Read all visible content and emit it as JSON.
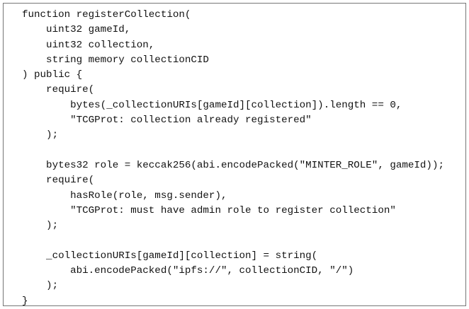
{
  "listing": {
    "colors": {
      "text": "#121212",
      "frame_border": "#767676",
      "background": "#ffffff"
    },
    "lines": [
      "function registerCollection(",
      "    uint32 gameId,",
      "    uint32 collection,",
      "    string memory collectionCID",
      ") public {",
      "    require(",
      "        bytes(_collectionURIs[gameId][collection]).length == 0,",
      "        \"TCGProt: collection already registered\"",
      "    );",
      "",
      "    bytes32 role = keccak256(abi.encodePacked(\"MINTER_ROLE\", gameId));",
      "    require(",
      "        hasRole(role, msg.sender),",
      "        \"TCGProt: must have admin role to register collection\"",
      "    );",
      "",
      "    _collectionURIs[gameId][collection] = string(",
      "        abi.encodePacked(\"ipfs://\", collectionCID, \"/\")",
      "    );",
      "}"
    ]
  }
}
